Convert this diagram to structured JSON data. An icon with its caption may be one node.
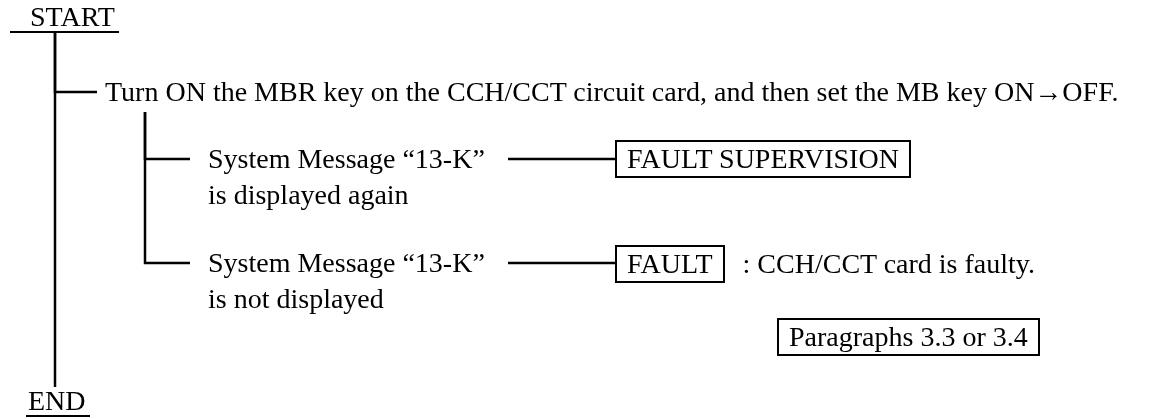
{
  "diagram": {
    "nodes": [
      {
        "text": [
          "START"
        ]
      },
      {
        "text": [
          "Turn ON the MBR key on the CCH/CCT circuit card, and then set the MB key ON→OFF."
        ]
      },
      {
        "text": [
          "System Message “13-K” is displayed again"
        ]
      },
      {
        "text": [
          "FAULT SUPERVISION"
        ]
      },
      {
        "text": [
          "System Message “13-K” is not displayed"
        ]
      },
      {
        "text": [
          "FAULT"
        ],
        "beside": [
          ": CCH/CCT card is faulty."
        ]
      },
      {
        "text": [
          "Paragraphs 3.3 or 3.4"
        ]
      },
      {
        "text": [
          "END"
        ]
      }
    ],
    "edges": [
      {
        "from": 0,
        "to": 7,
        "arrow": "none"
      },
      {
        "from": 0,
        "to": 1,
        "arrow": "none"
      },
      {
        "from": 1,
        "to": 2,
        "arrow": "none"
      },
      {
        "from": 1,
        "to": 4,
        "arrow": "none"
      },
      {
        "from": 2,
        "to": 3,
        "arrow": "none"
      },
      {
        "from": 4,
        "to": 5,
        "arrow": "none"
      }
    ]
  }
}
